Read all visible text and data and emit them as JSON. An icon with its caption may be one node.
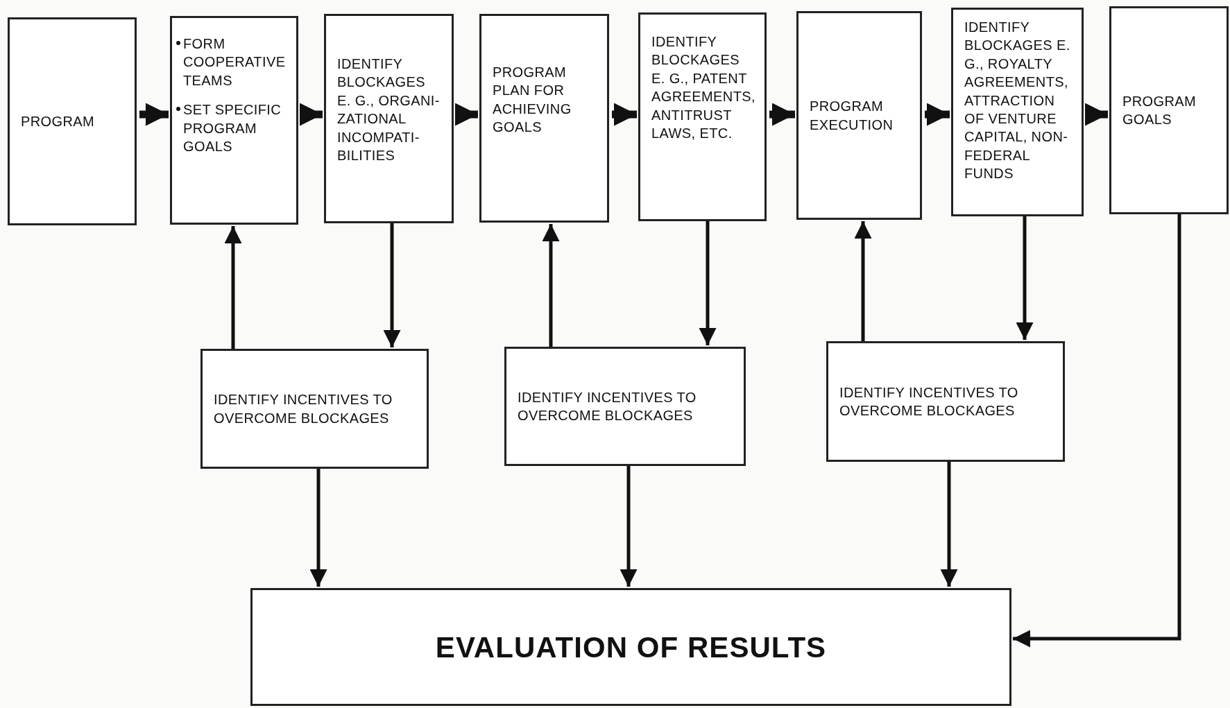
{
  "diagram": {
    "nodes": [
      {
        "text": [
          "PROGRAM"
        ]
      },
      {
        "text": [
          "FORM COOPERATIVE TEAMS",
          "SET SPECIFIC PROGRAM GOALS"
        ]
      },
      {
        "text": [
          "IDENTIFY BLOCKAGES E. G., ORGANI- ZATIONAL INCOMPATI- BILITIES"
        ]
      },
      {
        "text": [
          "PROGRAM PLAN FOR ACHIEVING GOALS"
        ]
      },
      {
        "text": [
          "IDENTIFY BLOCKAGES E. G., PATENT AGREEMENTS, ANTITRUST LAWS, ETC."
        ]
      },
      {
        "text": [
          "PROGRAM EXECUTION"
        ]
      },
      {
        "text": [
          "IDENTIFY BLOCKAGES E. G., ROYALTY AGREEMENTS, ATTRACTION OF VENTURE CAPITAL, NON-FEDERAL FUNDS"
        ]
      },
      {
        "text": [
          "PROGRAM GOALS"
        ]
      },
      {
        "text": [
          "IDENTIFY INCENTIVES TO OVERCOME BLOCKAGES"
        ]
      },
      {
        "text": [
          "IDENTIFY INCENTIVES TO OVERCOME BLOCKAGES"
        ]
      },
      {
        "text": [
          "IDENTIFY INCENTIVES TO OVERCOME BLOCKAGES"
        ]
      },
      {
        "text": [
          "EVALUATION OF RESULTS"
        ]
      }
    ],
    "edges": [
      {
        "from": 0,
        "to": 1,
        "arrow": "to",
        "style": "thick"
      },
      {
        "from": 1,
        "to": 2,
        "arrow": "to",
        "style": "thick"
      },
      {
        "from": 2,
        "to": 3,
        "arrow": "to",
        "style": "thick"
      },
      {
        "from": 3,
        "to": 4,
        "arrow": "to",
        "style": "thick"
      },
      {
        "from": 4,
        "to": 5,
        "arrow": "to",
        "style": "thick"
      },
      {
        "from": 5,
        "to": 6,
        "arrow": "to",
        "style": "thick"
      },
      {
        "from": 6,
        "to": 7,
        "arrow": "to",
        "style": "thick"
      },
      {
        "from": 8,
        "to": 1,
        "arrow": "to"
      },
      {
        "from": 2,
        "to": 8,
        "arrow": "to"
      },
      {
        "from": 9,
        "to": 3,
        "arrow": "to"
      },
      {
        "from": 4,
        "to": 9,
        "arrow": "to"
      },
      {
        "from": 10,
        "to": 5,
        "arrow": "to"
      },
      {
        "from": 6,
        "to": 10,
        "arrow": "to"
      },
      {
        "from": 8,
        "to": 11,
        "arrow": "to"
      },
      {
        "from": 9,
        "to": 11,
        "arrow": "to"
      },
      {
        "from": 10,
        "to": 11,
        "arrow": "to"
      },
      {
        "from": 7,
        "to": 11,
        "arrow": "to"
      }
    ]
  }
}
